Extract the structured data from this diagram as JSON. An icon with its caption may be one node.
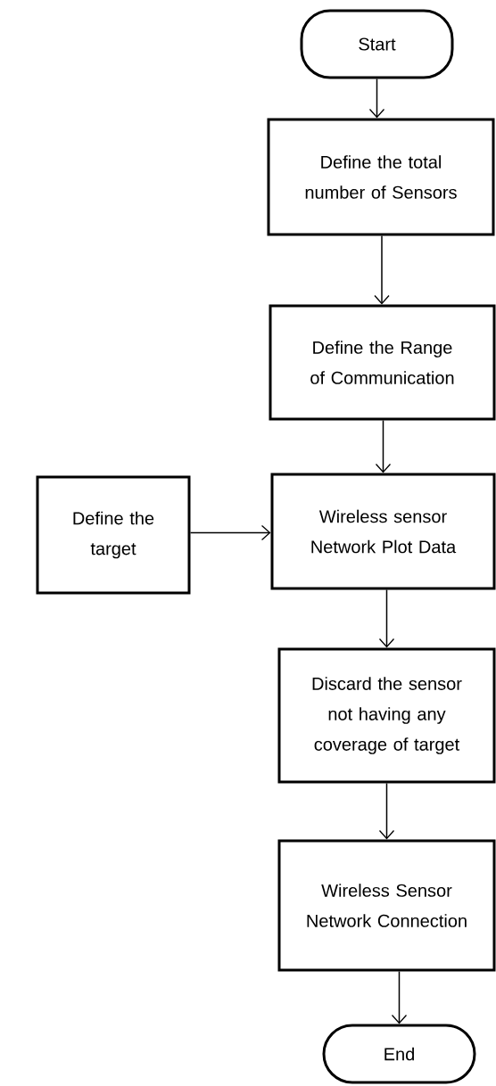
{
  "diagram": {
    "nodes": [
      {
        "text": [
          "Start"
        ]
      },
      {
        "text": [
          "Define the total number of Sensors"
        ]
      },
      {
        "text": [
          "Define the Range of Communication"
        ]
      },
      {
        "text": [
          "Define the target"
        ]
      },
      {
        "text": [
          "Wireless sensor Network Plot Data"
        ]
      },
      {
        "text": [
          "Discard the sensor not having any coverage of target"
        ]
      },
      {
        "text": [
          "Wireless Sensor Network Connection"
        ]
      },
      {
        "text": [
          "End"
        ]
      }
    ],
    "edges": [
      {
        "from": 0,
        "to": 1,
        "arrow": "to"
      },
      {
        "from": 1,
        "to": 2,
        "arrow": "to"
      },
      {
        "from": 2,
        "to": 4,
        "arrow": "to"
      },
      {
        "from": 3,
        "to": 4,
        "arrow": "to"
      },
      {
        "from": 4,
        "to": 5,
        "arrow": "to"
      },
      {
        "from": 5,
        "to": 6,
        "arrow": "to"
      },
      {
        "from": 6,
        "to": 7,
        "arrow": "to"
      }
    ]
  }
}
